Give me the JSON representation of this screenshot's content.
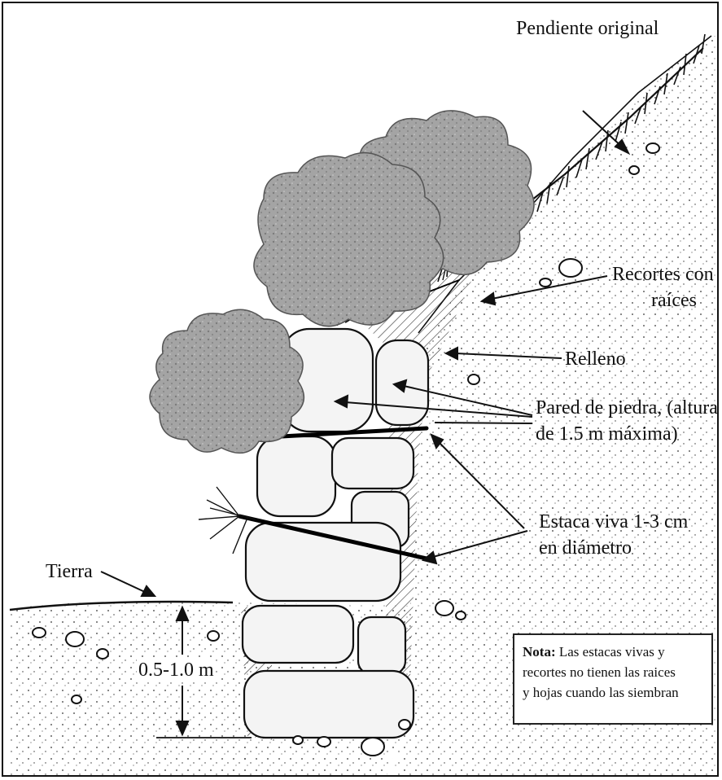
{
  "labels": {
    "pendiente": "Pendiente original",
    "recortes_1": "Recortes con",
    "recortes_2": "raíces",
    "relleno": "Relleno",
    "pared_1": "Pared de piedra, (altura",
    "pared_2": "de 1.5 m máxima)",
    "estaca_1": "Estaca viva 1-3 cm",
    "estaca_2": "en diámetro",
    "tierra": "Tierra",
    "dimension": "0.5-1.0 m"
  },
  "note": {
    "title": "Nota:",
    "line1": " Las estacas vivas y",
    "line2": "recortes no tienen las raices",
    "line3": "y hojas cuando las siembran"
  },
  "colors": {
    "ink": "#111111",
    "foliage": "#9a9a9a",
    "stone": "#f4f4f4"
  }
}
